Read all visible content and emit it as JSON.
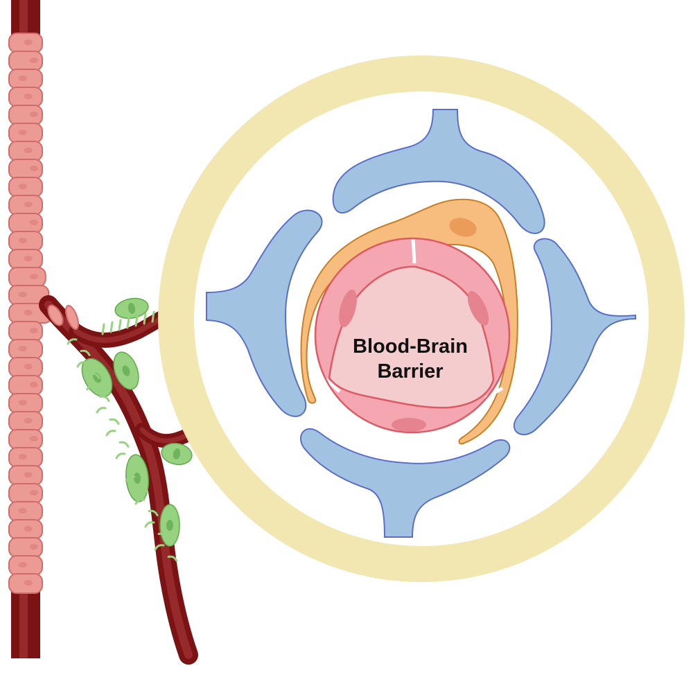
{
  "diagram": {
    "title_line1": "Blood-Brain",
    "title_line2": "Barrier",
    "colors": {
      "background": "#ffffff",
      "magnify_ring": "#f2e6b1",
      "astrocyte_fill": "#a1c2e1",
      "astrocyte_stroke": "#5a6ec8",
      "pericyte_fill": "#f7bd7f",
      "pericyte_stroke": "#c67f22",
      "pericyte_nucleus": "#eb9c59",
      "endothelial_fill": "#f4a7b0",
      "endothelial_stroke": "#dc5a64",
      "endothelial_nucleus": "#e5848f",
      "lumen_fill": "#f4cccd",
      "vessel_dark": "#7b1214",
      "vessel_mid": "#962a2b",
      "vessel_segment_fill": "#ec9a94",
      "vessel_segment_stroke": "#cf6c6a",
      "glia_fill": "#96d27f",
      "glia_stroke": "#5fa94b",
      "glia_nucleus": "#6fb35c"
    },
    "components": [
      {
        "name": "large-blood-vessel"
      },
      {
        "name": "capillary-branch"
      },
      {
        "name": "glial-end-feet"
      },
      {
        "name": "magnified-view"
      },
      {
        "name": "astrocyte-end-feet"
      },
      {
        "name": "pericyte"
      },
      {
        "name": "endothelial-cells"
      },
      {
        "name": "vessel-lumen"
      }
    ]
  }
}
